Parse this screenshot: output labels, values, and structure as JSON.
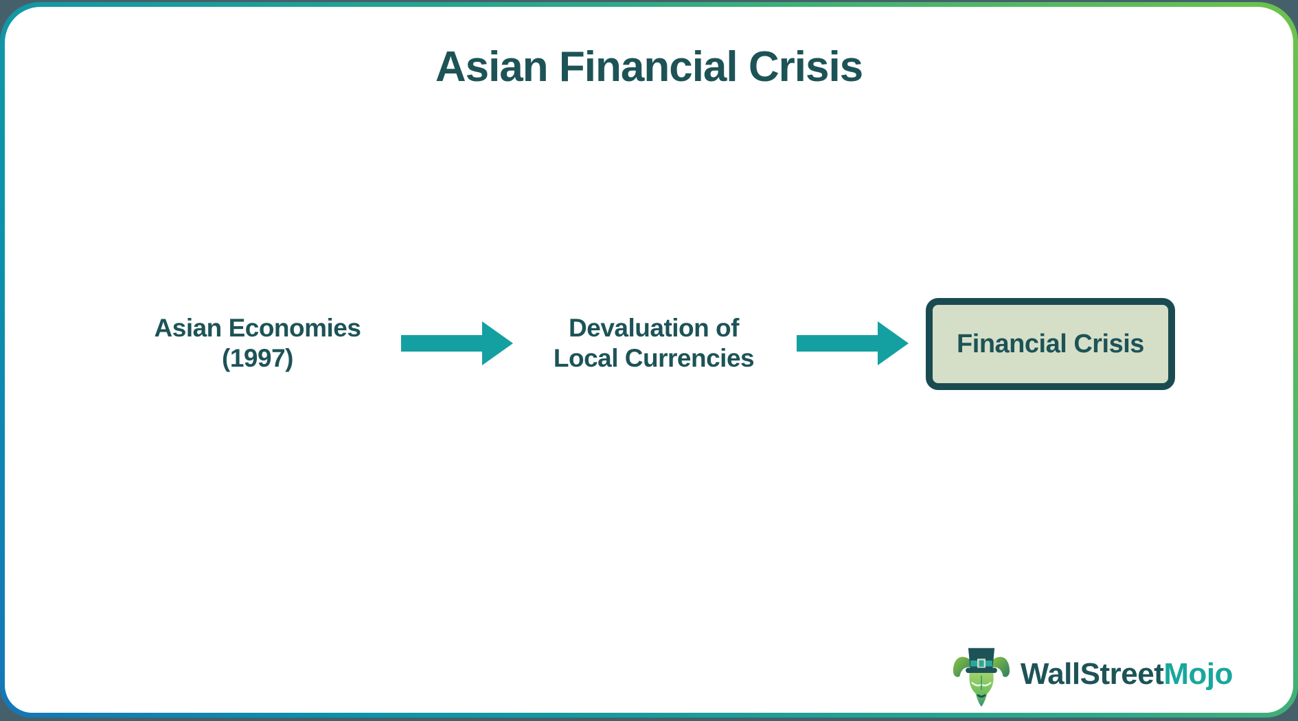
{
  "page": {
    "title": "Asian Financial Crisis",
    "backdrop_color": "#46606b",
    "card_background": "#ffffff",
    "border_gradient": [
      "#1476b8",
      "#0b93ab",
      "#2fa987",
      "#6dc24b"
    ],
    "text_color": "#1d5357"
  },
  "flow": {
    "arrow_color": "#14a0a0",
    "nodes": [
      {
        "line1": "Asian Economies",
        "line2": "(1997)"
      },
      {
        "line1": "Devaluation of",
        "line2": "Local Currencies"
      }
    ],
    "result_box": {
      "label": "Financial Crisis",
      "fill_color": "#d5dfc8",
      "border_color": "#1a4b50"
    }
  },
  "logo": {
    "icon": "wallstreetmojo-bull-icon",
    "text_primary": "WallStreet",
    "text_accent": "Mojo",
    "primary_color": "#1d5357",
    "accent_color": "#18a79d",
    "hat_color": "#1d5357",
    "band_color": "#2aa79c"
  }
}
